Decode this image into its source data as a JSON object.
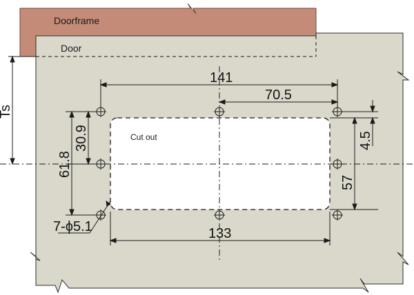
{
  "labels": {
    "doorframe": "Doorframe",
    "door": "Door",
    "cutout": "Cut out"
  },
  "dimensions": {
    "overall_width": "141",
    "half_width": "70.5",
    "cutout_width": "133",
    "offset_vertical_small": "30.9",
    "hole_span_vertical": "61.8",
    "right_offset": "4.5",
    "right_height": "57",
    "hole_spec": "7-ϕ5.1",
    "ts": "Ts"
  },
  "colors": {
    "doorframe": "#c48b79",
    "door_plate": "#dad8cb",
    "cutout": "#ffffff",
    "line": "#1a1a1a"
  }
}
